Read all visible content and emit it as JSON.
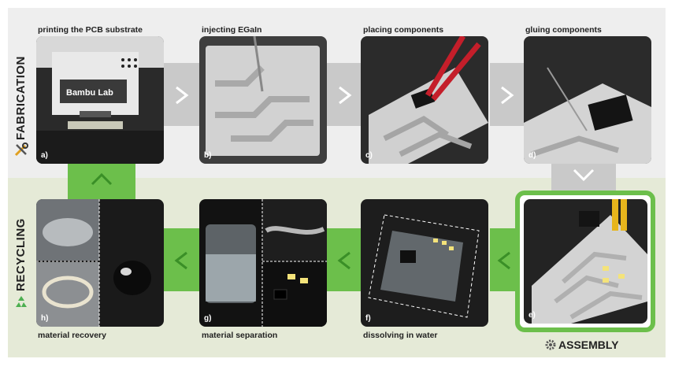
{
  "sections": {
    "fabrication": "FABRICATION",
    "recycling": "RECYCLING",
    "assembly": "ASSEMBLY"
  },
  "steps": [
    {
      "letter": "a)",
      "label": "printing the PCB substrate"
    },
    {
      "letter": "b)",
      "label": "injecting EGaIn"
    },
    {
      "letter": "c)",
      "label": "placing components"
    },
    {
      "letter": "d)",
      "label": "gluing components"
    },
    {
      "letter": "e)",
      "label": ""
    },
    {
      "letter": "f)",
      "label": "dissolving in water"
    },
    {
      "letter": "g)",
      "label": "material separation"
    },
    {
      "letter": "h)",
      "label": "material recovery"
    }
  ],
  "printer_brand": "Bambu Lab",
  "colors": {
    "fabrication_band": "#eeeeee",
    "recycling_band": "#e5ead7",
    "gray_flow": "#c9c9c9",
    "green_flow": "#6cbf4b",
    "text": "#222222"
  },
  "icons": [
    "tools-icon",
    "recycle-icon",
    "gear-icon",
    "chevron-right-icon",
    "chevron-down-icon",
    "chevron-left-icon",
    "chevron-up-icon"
  ]
}
